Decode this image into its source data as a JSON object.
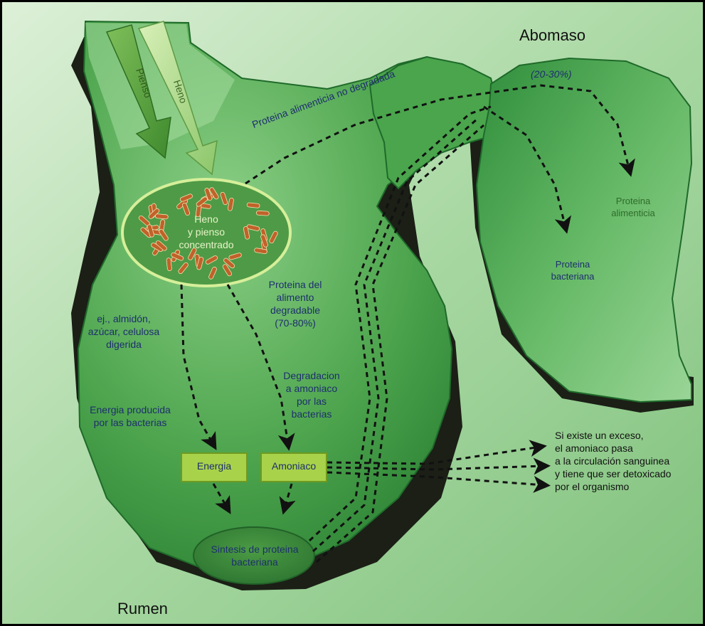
{
  "diagram": {
    "title_abomaso": "Abomaso",
    "title_rumen": "Rumen",
    "arrow_pienso": "Pienso",
    "arrow_heno": "Heno",
    "feed_oval": "Heno\ny pienso\nconcentrado",
    "protein_not_degraded": "Proteina alimenticia no degradada",
    "percent_20_30": "(20-30%)",
    "abomaso_protein_feed": "Proteina\nalimenticia",
    "abomaso_protein_bacterial": "Proteina\nbacteriana",
    "degradable_protein": "Proteina del\nalimento\ndegradable\n(70-80%)",
    "carbs_example": "ej., almidón,\nazúcar, celulosa\ndigerida",
    "energy_by_bacteria": "Energia producida\npor las bacterias",
    "degradation_ammonia": "Degradacion\na amoniaco\npor las\nbacterias",
    "box_energy": "Energia",
    "box_ammonia": "Amoniaco",
    "synthesis": "Sintesis de proteina\nbacteriana",
    "excess_note": "Si existe un exceso,\nel amoniaco pasa\na la circulación sanguinea\ny tiene que ser detoxicado\npor el organismo"
  },
  "colors": {
    "frame_border": "#000000",
    "background_green": "#b5dcb0",
    "stomach_dark_green": "#2e8b3a",
    "stomach_light_green": "#8fd090",
    "shadow": "#1b1f16",
    "label_blue": "#1d2f6e",
    "box_fill": "#a8d24a",
    "oval_fill": "#3f8a3c",
    "bacteria": "#c0622a"
  }
}
